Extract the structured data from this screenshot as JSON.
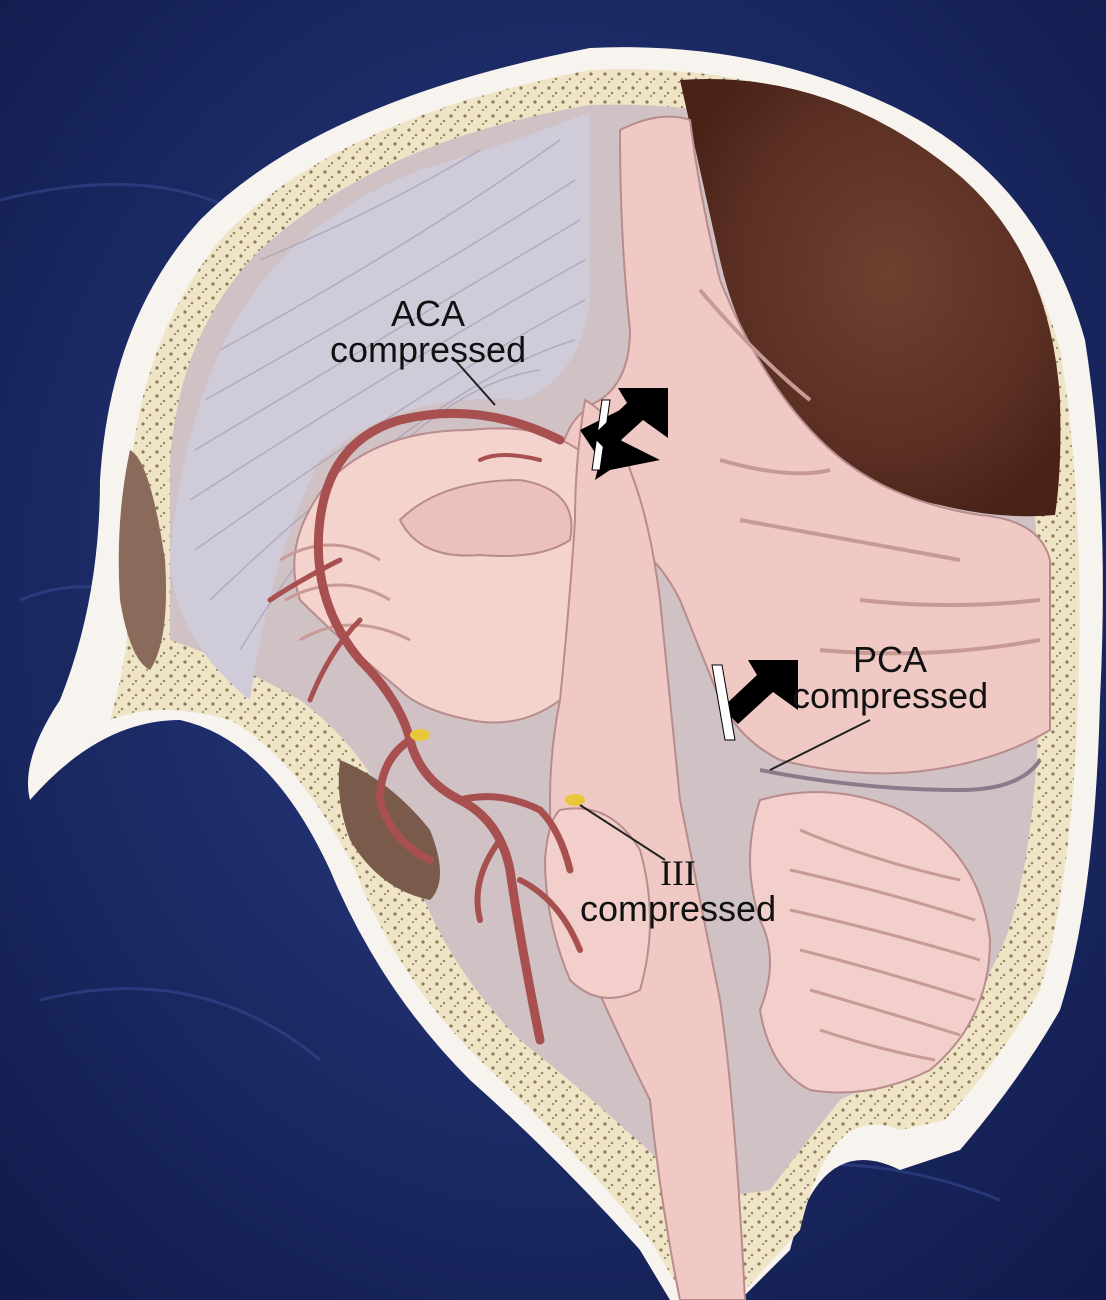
{
  "colors": {
    "background": "#1a2a66",
    "bone": "#efe4c6",
    "bone_dots": "#8a7a5a",
    "skin_white": "#f7f3ee",
    "brain": "#f0c9c4",
    "brain_shade": "#d9a8a4",
    "hematoma": "#6b3a2a",
    "falx": "#cfcbd9",
    "artery": "#a85050",
    "arrow": "#000000"
  },
  "labels": {
    "aca": {
      "line1": "ACA",
      "line2": "compressed"
    },
    "pca": {
      "line1": "PCA",
      "line2": "compressed"
    },
    "cn3": {
      "line1": "III",
      "line2": "compressed"
    }
  }
}
